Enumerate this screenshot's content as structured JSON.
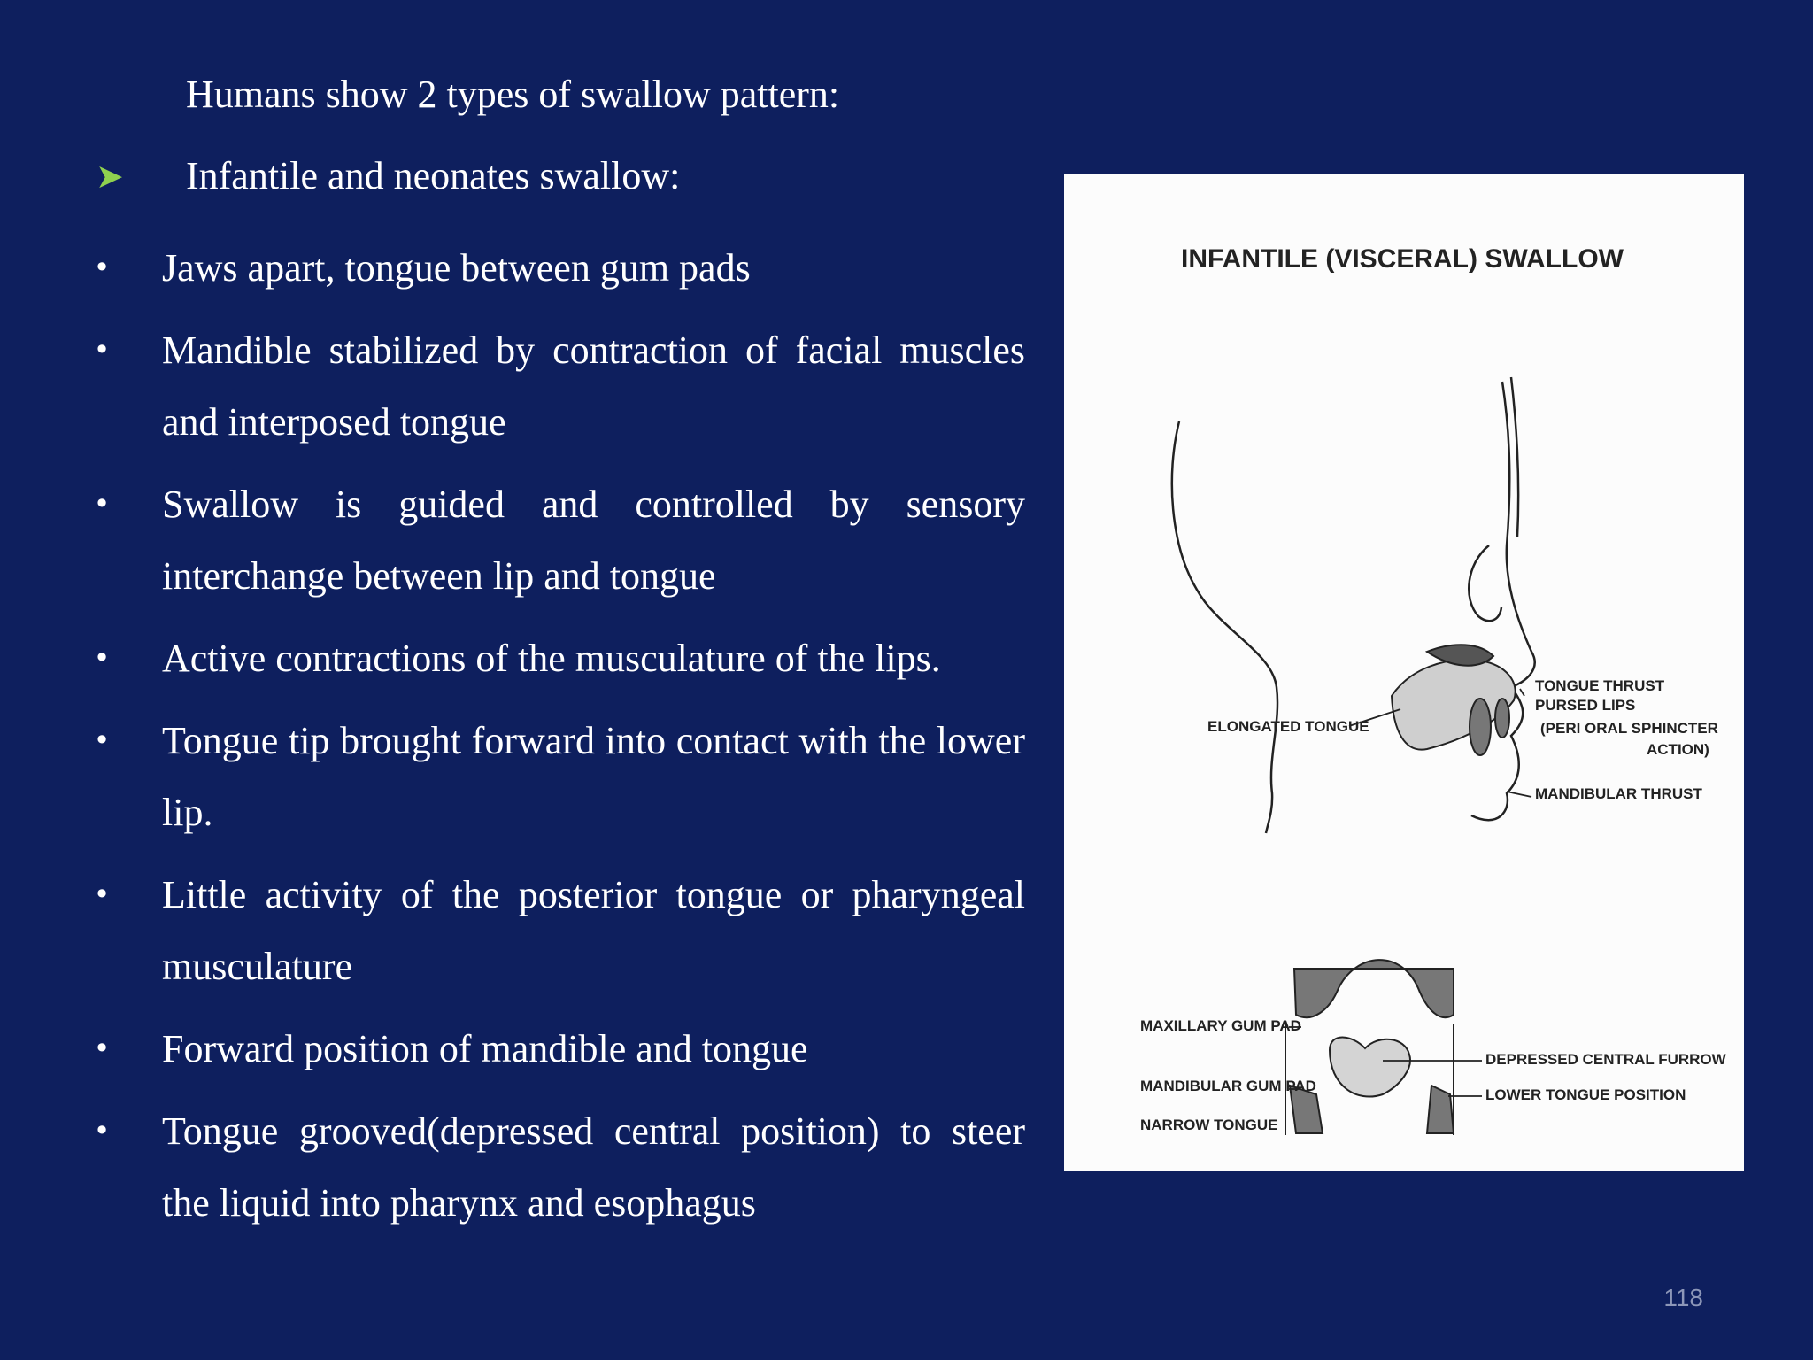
{
  "slide": {
    "intro": "Humans show 2 types of swallow pattern:",
    "subhead": {
      "icon": "arrow-bullet-icon",
      "icon_color": "#8fd14f",
      "text": "Infantile and neonates swallow:"
    },
    "bullets": [
      "Jaws apart, tongue between gum pads",
      "Mandible stabilized by contraction of facial muscles and interposed tongue",
      "Swallow is guided and controlled by sensory interchange between lip and tongue",
      "Active contractions of the musculature of the lips.",
      "Tongue tip brought forward into contact with the lower  lip.",
      " Little activity of the posterior tongue or pharyngeal musculature",
      "Forward position of mandible and tongue",
      "Tongue grooved(depressed central position) to steer the liquid into pharynx and esophagus"
    ],
    "page_number": "118",
    "background_color": "#0e1f5e"
  },
  "figure": {
    "title": "INFANTILE (VISCERAL) SWALLOW",
    "side_view_labels": {
      "elongated_tongue": "ELONGATED TONGUE",
      "tongue_thrust": "TONGUE THRUST",
      "pursed_lips": "PURSED LIPS",
      "peri_oral_line1": "(PERI ORAL SPHINCTER",
      "peri_oral_line2": "ACTION)",
      "mandibular_thrust": "MANDIBULAR THRUST"
    },
    "cross_section_labels": {
      "maxillary_gum_pad": "MAXILLARY GUM PAD",
      "mandibular_gum_pad": "MANDIBULAR GUM PAD",
      "narrow_tongue": "NARROW TONGUE",
      "depressed_central_furrow": "DEPRESSED CENTRAL FURROW",
      "lower_tongue_position": "LOWER TONGUE POSITION"
    }
  }
}
